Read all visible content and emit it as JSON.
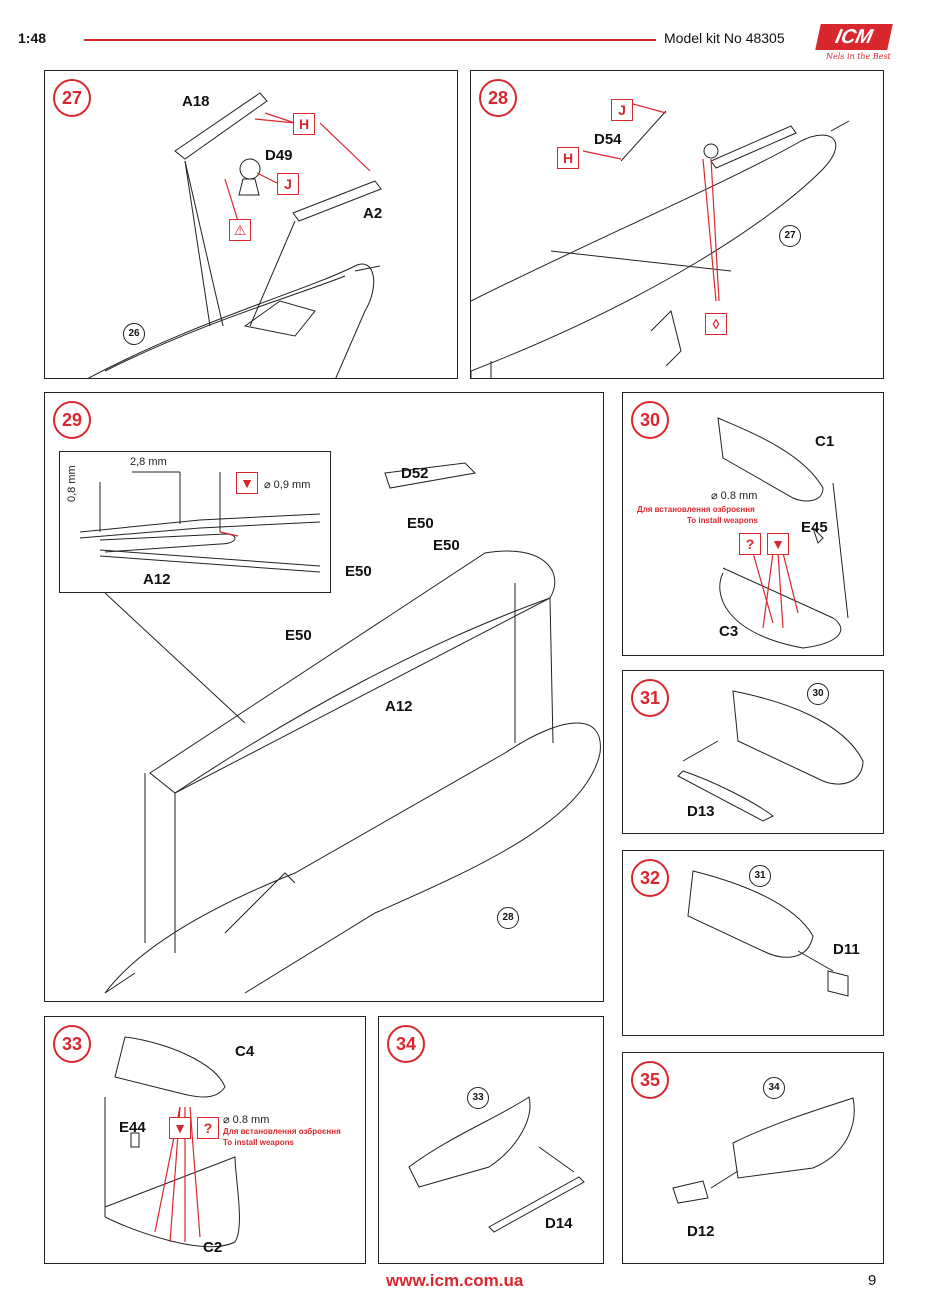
{
  "header": {
    "scale": "1:48",
    "kit_label": "Model kit No 48305",
    "logo_text": "ICM",
    "logo_tagline": "Nels in the Best",
    "accent_color": "#d9272e"
  },
  "steps": {
    "s27": {
      "number": "27",
      "parts": {
        "a18": "A18",
        "d49": "D49",
        "a2": "A2"
      },
      "refs": {
        "prev": "26"
      },
      "markers": {
        "h": "H",
        "j": "J",
        "glue": "no-glue-icon"
      }
    },
    "s28": {
      "number": "28",
      "parts": {
        "d54": "D54"
      },
      "refs": {
        "prev": "27"
      },
      "markers": {
        "j": "J",
        "h": "H",
        "glue": "glue-drop-icon"
      }
    },
    "s29": {
      "number": "29",
      "parts": {
        "d52": "D52",
        "e50a": "E50",
        "e50b": "E50",
        "e50c": "E50",
        "e50d": "E50",
        "a12": "A12",
        "a12_inset": "A12"
      },
      "refs": {
        "prev": "28"
      },
      "dims": {
        "width": "2,8 mm",
        "height": "0,8 mm",
        "drill": "⌀ 0,9 mm"
      }
    },
    "s30": {
      "number": "30",
      "parts": {
        "c1": "C1",
        "e45": "E45",
        "c3": "C3"
      },
      "drill": "⌀ 0.8 mm",
      "note_ua": "Для встановлення озброєння",
      "note_en": "To install weapons",
      "question": "?"
    },
    "s31": {
      "number": "31",
      "parts": {
        "d13": "D13"
      },
      "refs": {
        "prev": "30"
      }
    },
    "s32": {
      "number": "32",
      "parts": {
        "d11": "D11"
      },
      "refs": {
        "prev": "31"
      }
    },
    "s33": {
      "number": "33",
      "parts": {
        "c4": "C4",
        "e44": "E44",
        "c2": "C2"
      },
      "drill": "⌀ 0.8 mm",
      "note_ua": "Для встановлення озброєння",
      "note_en": "To install weapons",
      "question": "?"
    },
    "s34": {
      "number": "34",
      "parts": {
        "d14": "D14"
      },
      "refs": {
        "prev": "33"
      }
    },
    "s35": {
      "number": "35",
      "parts": {
        "d12": "D12"
      },
      "refs": {
        "prev": "34"
      }
    }
  },
  "footer": {
    "url": "www.icm.com.ua",
    "page_number": "9"
  }
}
